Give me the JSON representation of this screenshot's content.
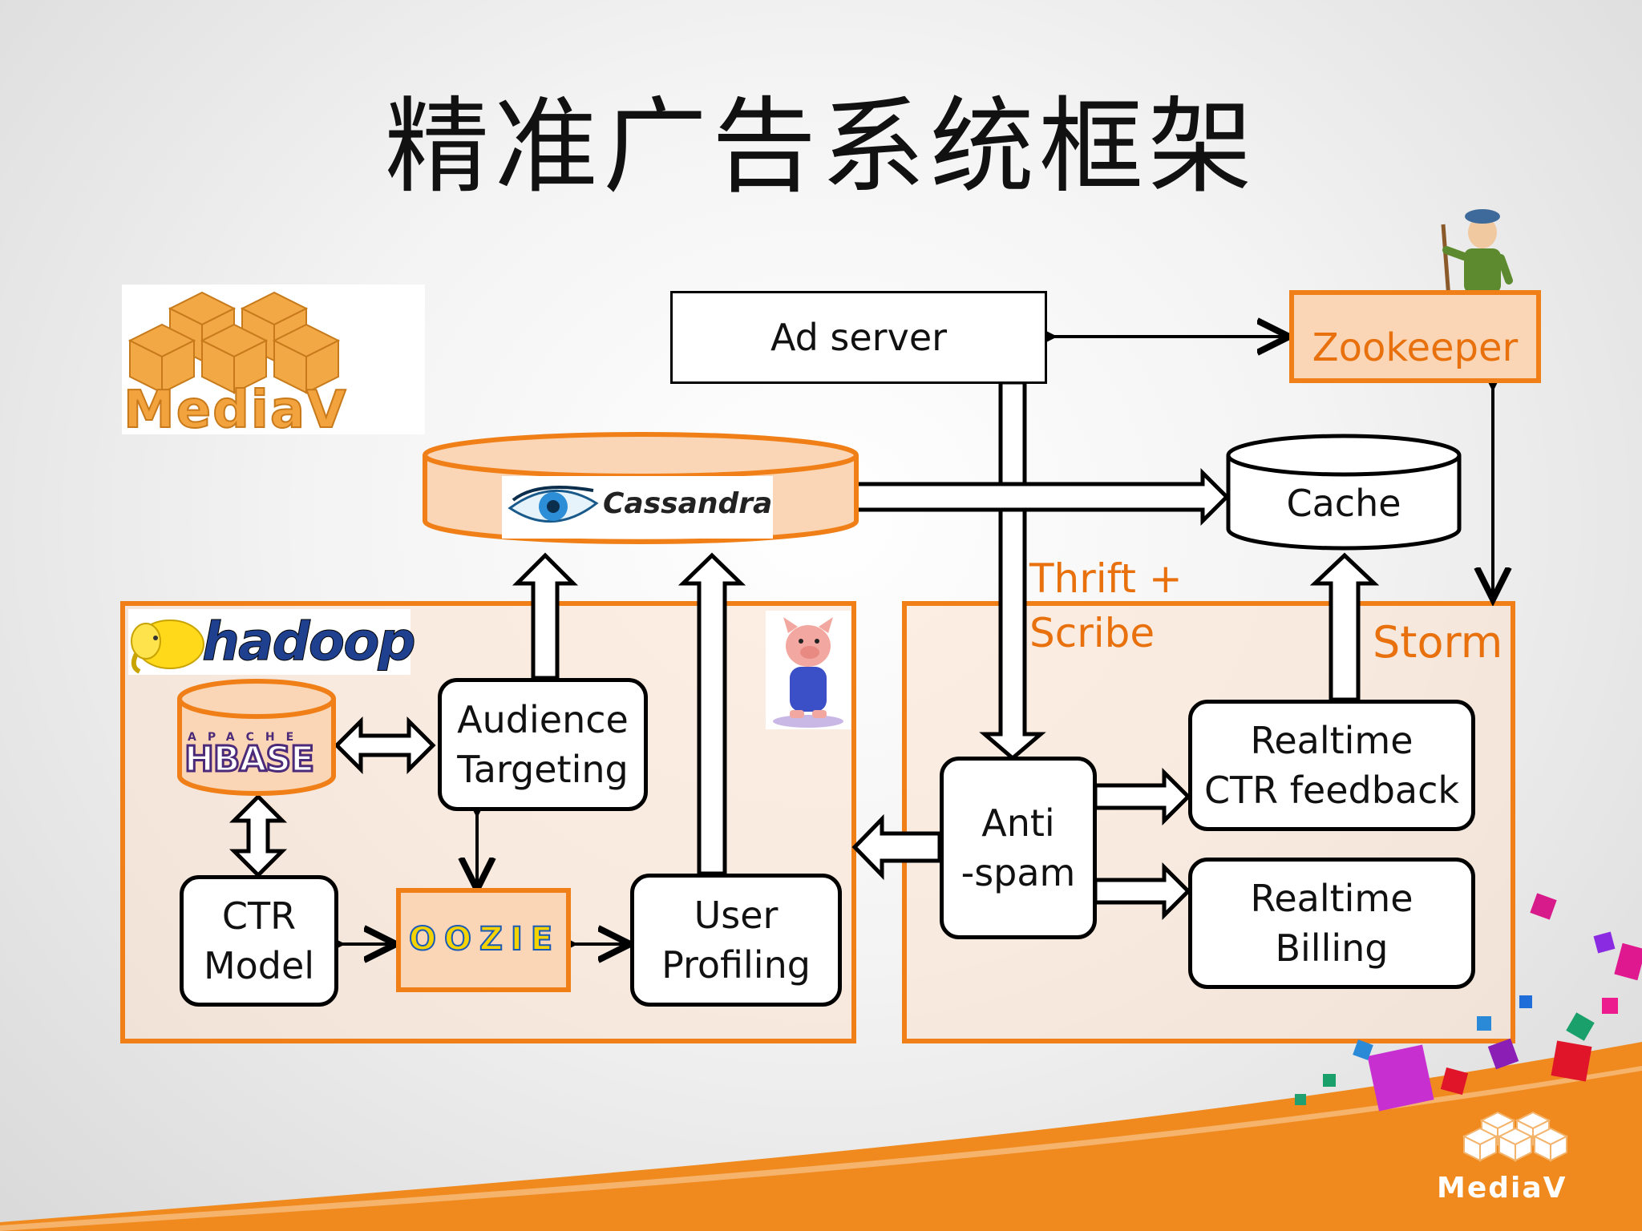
{
  "title": "精准广告系统框架",
  "logos": {
    "mediav_top": "MediaV",
    "mediav_bottom": "MediaV",
    "cassandra": "Cassandra",
    "hadoop": "hadoop",
    "hbase_small": "APACHE",
    "hbase": "HBASE",
    "oozie": "OOZIE"
  },
  "nodes": {
    "ad_server": "Ad server",
    "zookeeper": "Zookeeper",
    "cache": "Cache",
    "audience_targeting": "Audience\nTargeting",
    "ctr_model": "CTR\nModel",
    "user_profiling": "User\nProfiling",
    "anti_spam": "Anti\n-spam",
    "realtime_ctr": "Realtime\nCTR feedback",
    "realtime_billing": "Realtime\nBilling"
  },
  "labels": {
    "thrift_scribe": "Thrift +\nScribe",
    "storm": "Storm"
  },
  "colors": {
    "accent": "#f07f17",
    "accent_light": "#fce2cc",
    "text": "#111111"
  }
}
